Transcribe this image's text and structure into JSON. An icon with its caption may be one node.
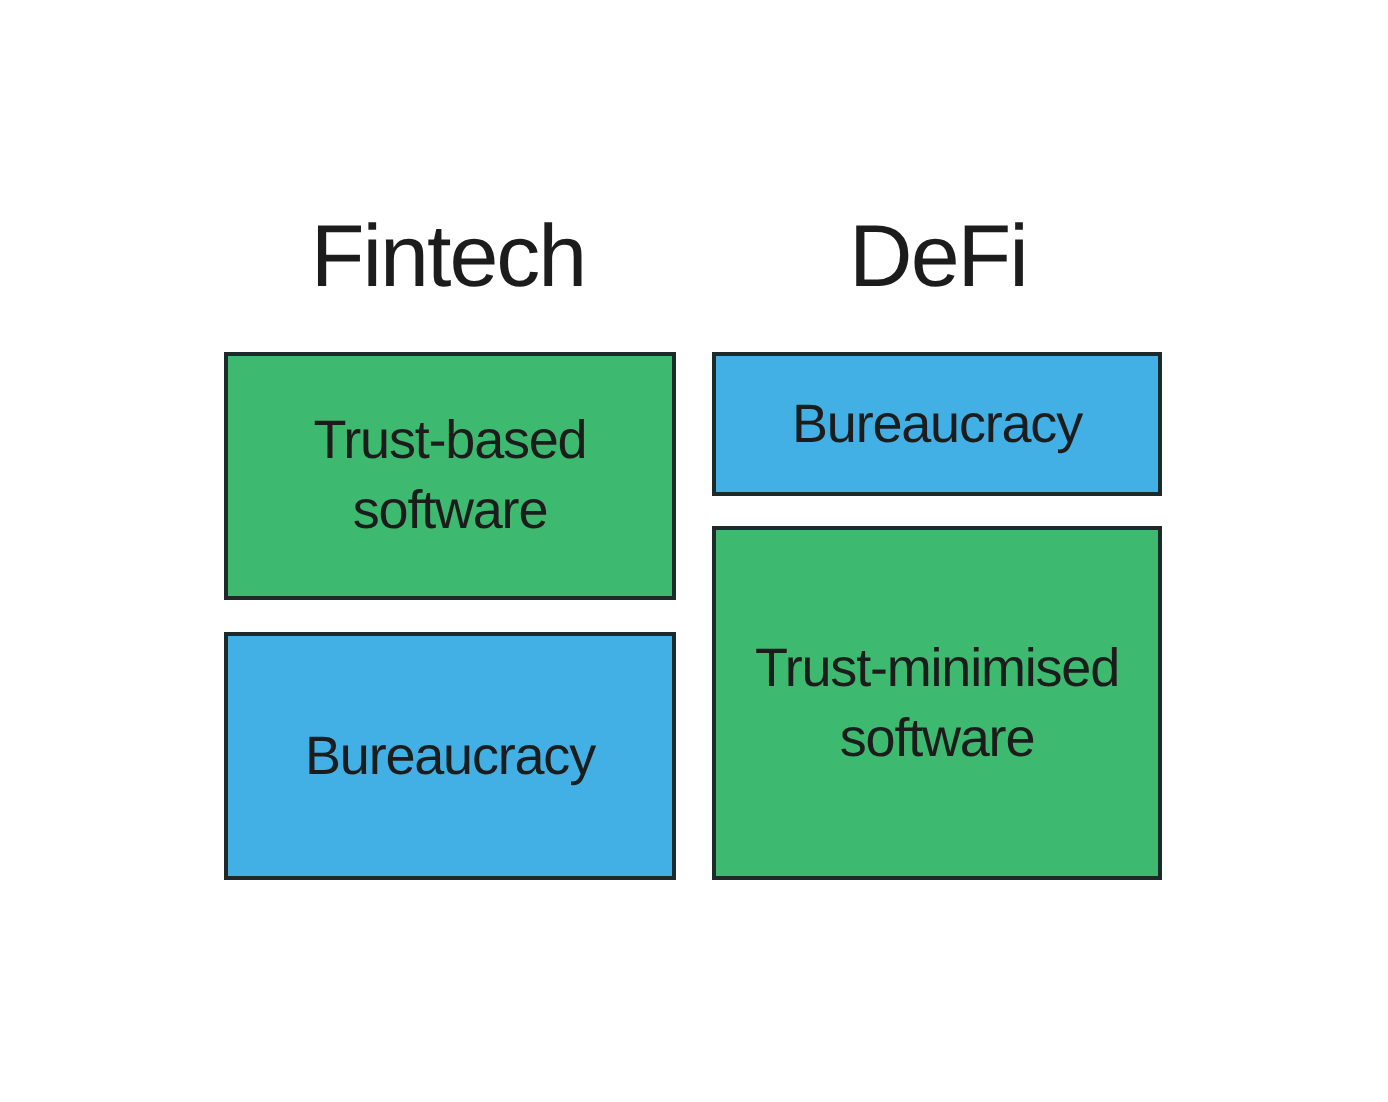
{
  "diagram": {
    "nodes": [
      {
        "text": [
          "Trust-based software"
        ]
      },
      {
        "text": [
          "Bureaucracy"
        ]
      },
      {
        "text": [
          "Bureaucracy"
        ]
      },
      {
        "text": [
          "Trust-minimised software"
        ]
      }
    ],
    "labels": [
      "Fintech",
      "DeFi"
    ]
  }
}
